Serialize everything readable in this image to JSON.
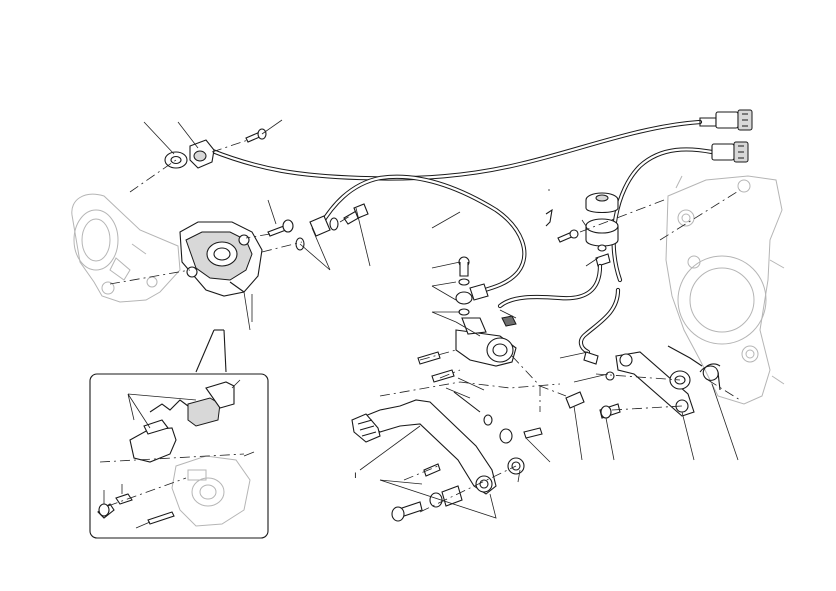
{
  "diagram": {
    "title_mark": "ı",
    "colors": {
      "ink": "#1a1a1a",
      "ghost": "#b5b5b5",
      "shade": "#d8d8d8",
      "background": "#ffffff"
    },
    "parts": [
      "brake-caliper",
      "brake-pad-set",
      "rear-master-cylinder",
      "brake-fluid-reservoir",
      "brake-pedal",
      "brake-hose",
      "abs-sensor-cable",
      "return-spring",
      "pivot-bolt",
      "banjo-bolt"
    ]
  }
}
